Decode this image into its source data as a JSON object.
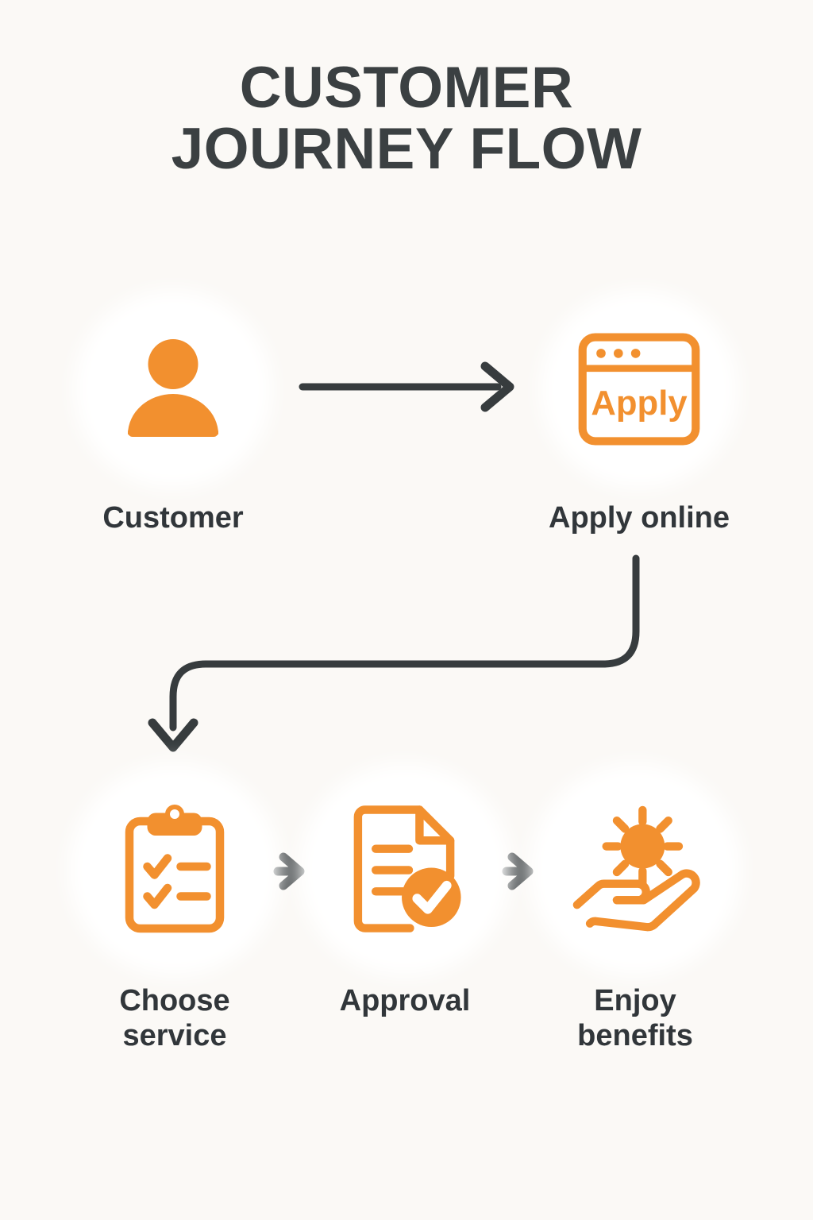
{
  "page": {
    "title_line_1": "CUSTOMER",
    "title_line_2": "JOURNEY FLOW",
    "background_color": "#FBF9F6",
    "accent_color": "#F2902F",
    "text_color": "#31363A",
    "title_color": "#3B4042",
    "arrow_color": "#373C3E",
    "disc_color": "#FFFFFF"
  },
  "flow": {
    "top_row": [
      {
        "id": "customer",
        "label": "Customer",
        "icon": "person-icon"
      },
      {
        "id": "apply-online",
        "label": "Apply online",
        "icon": "browser-window-apply-icon",
        "icon_text": "Apply"
      }
    ],
    "bottom_row": [
      {
        "id": "choose-service",
        "label": "Choose\nservice",
        "icon": "clipboard-checklist-icon"
      },
      {
        "id": "approval",
        "label": "Approval",
        "icon": "document-check-icon"
      },
      {
        "id": "enjoy-benefits",
        "label": "Enjoy\nbenefits",
        "icon": "sun-in-hand-icon"
      }
    ],
    "connectors": [
      {
        "id": "customer-to-apply",
        "type": "straight-arrow-right",
        "from": "customer",
        "to": "apply-online"
      },
      {
        "id": "apply-to-choose",
        "type": "elbow-arrow-down-left",
        "from": "apply-online",
        "to": "choose-service"
      },
      {
        "id": "choose-to-approval",
        "type": "small-arrow-right",
        "from": "choose-service",
        "to": "approval"
      },
      {
        "id": "approval-to-enjoy",
        "type": "small-arrow-right",
        "from": "approval",
        "to": "enjoy-benefits"
      }
    ]
  }
}
